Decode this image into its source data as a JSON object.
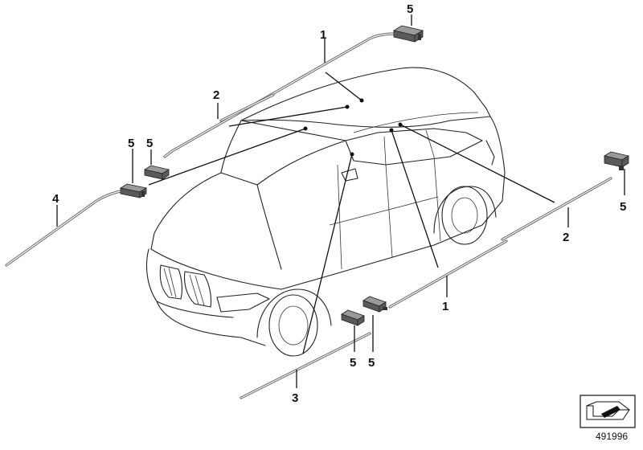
{
  "callouts": {
    "c1_top": "1",
    "c1_right": "1",
    "c2_left": "2",
    "c2_right": "2",
    "c3": "3",
    "c4": "4",
    "c5_topright": "5",
    "c5_left_a": "5",
    "c5_left_b": "5",
    "c5_right": "5",
    "c5_bottom_a": "5",
    "c5_bottom_b": "5"
  },
  "document_number": "491996",
  "icons": {
    "arrow_box": "view-direction-arrow-icon",
    "sensor": "sensor-unit-icon"
  },
  "colors": {
    "line": "#222222",
    "cable": "#666666",
    "sensor": "#5a5a5a"
  }
}
